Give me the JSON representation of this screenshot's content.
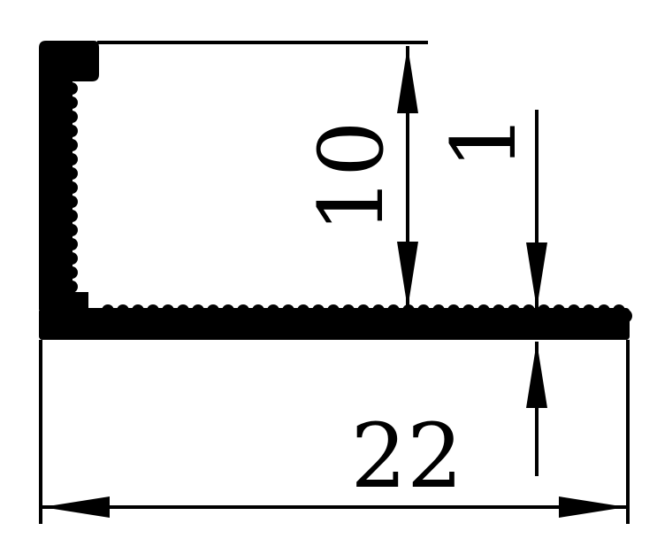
{
  "diagram": {
    "type": "aluminum-profile-cross-section",
    "colors": {
      "profile": "#000000",
      "background": "#ffffff"
    },
    "dimensions": {
      "height": "10",
      "thickness": "1",
      "width": "22"
    }
  }
}
